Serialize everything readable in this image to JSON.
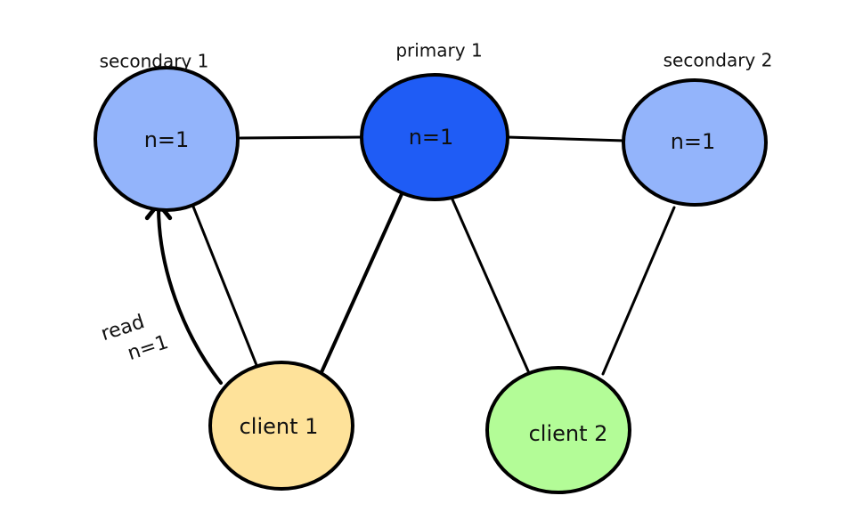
{
  "nodes": {
    "secondary_1": {
      "title": "secondary 1",
      "label": "n=1",
      "fill": "#93b4fb"
    },
    "primary_1": {
      "title": "primary 1",
      "label": "n=1",
      "fill": "#1f5cf5"
    },
    "secondary_2": {
      "title": "secondary 2",
      "label": "n=1",
      "fill": "#93b4fb"
    },
    "client_1": {
      "label": "client 1",
      "fill": "#fee29a"
    },
    "client_2": {
      "label": "client 2",
      "fill": "#b3fc97"
    }
  },
  "annotation": {
    "line1": "read",
    "line2": "n=1"
  }
}
